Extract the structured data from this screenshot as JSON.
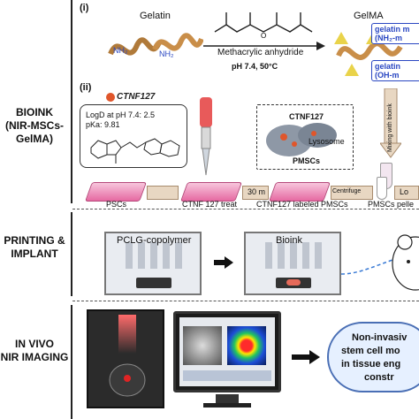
{
  "side_labels": {
    "bioink": [
      "BIOINK",
      "(NIR-MSCs-",
      "GelMA)"
    ],
    "printing": [
      "PRINTING &",
      "IMPLANT"
    ],
    "invivo": [
      "IN VIVO",
      "NIR IMAGING"
    ]
  },
  "panel_i": {
    "tag": "(i)",
    "gelatin": "Gelatin",
    "gelma": "GelMA",
    "reagent": "Methacrylic anhydride",
    "conditions": "pH 7.4, 50°C",
    "nh2": "NH₂",
    "label_nh": [
      "gelatin m",
      "(NH₂-m"
    ],
    "label_oh": [
      "gelatin",
      "(OH-m"
    ]
  },
  "panel_ii": {
    "tag": "(ii)",
    "dye_name": "CTNF127",
    "logd": "LogD at pH 7.4: 2.5",
    "pka": "pKa: 9.81",
    "cell_ctnf": "CTNF127",
    "cell_lysosome": "Lysosome",
    "cell_pmscs": "PMSCs",
    "mixing": "Mixing with bioink",
    "time": "30 m",
    "centrifuge": "Centrifuge",
    "lo": "Lo",
    "steps": [
      "PSCs",
      "CTNF 127 treat",
      "CTNF127 labeled PMSCs",
      "PMSCs pelle"
    ]
  },
  "printing": {
    "machine1": "PCLG-copolymer",
    "machine2": "Bioink"
  },
  "invivo": {
    "cloud_lines": [
      "Non-invasiv",
      "stem cell mo",
      "in tissue eng",
      "constr"
    ]
  }
}
